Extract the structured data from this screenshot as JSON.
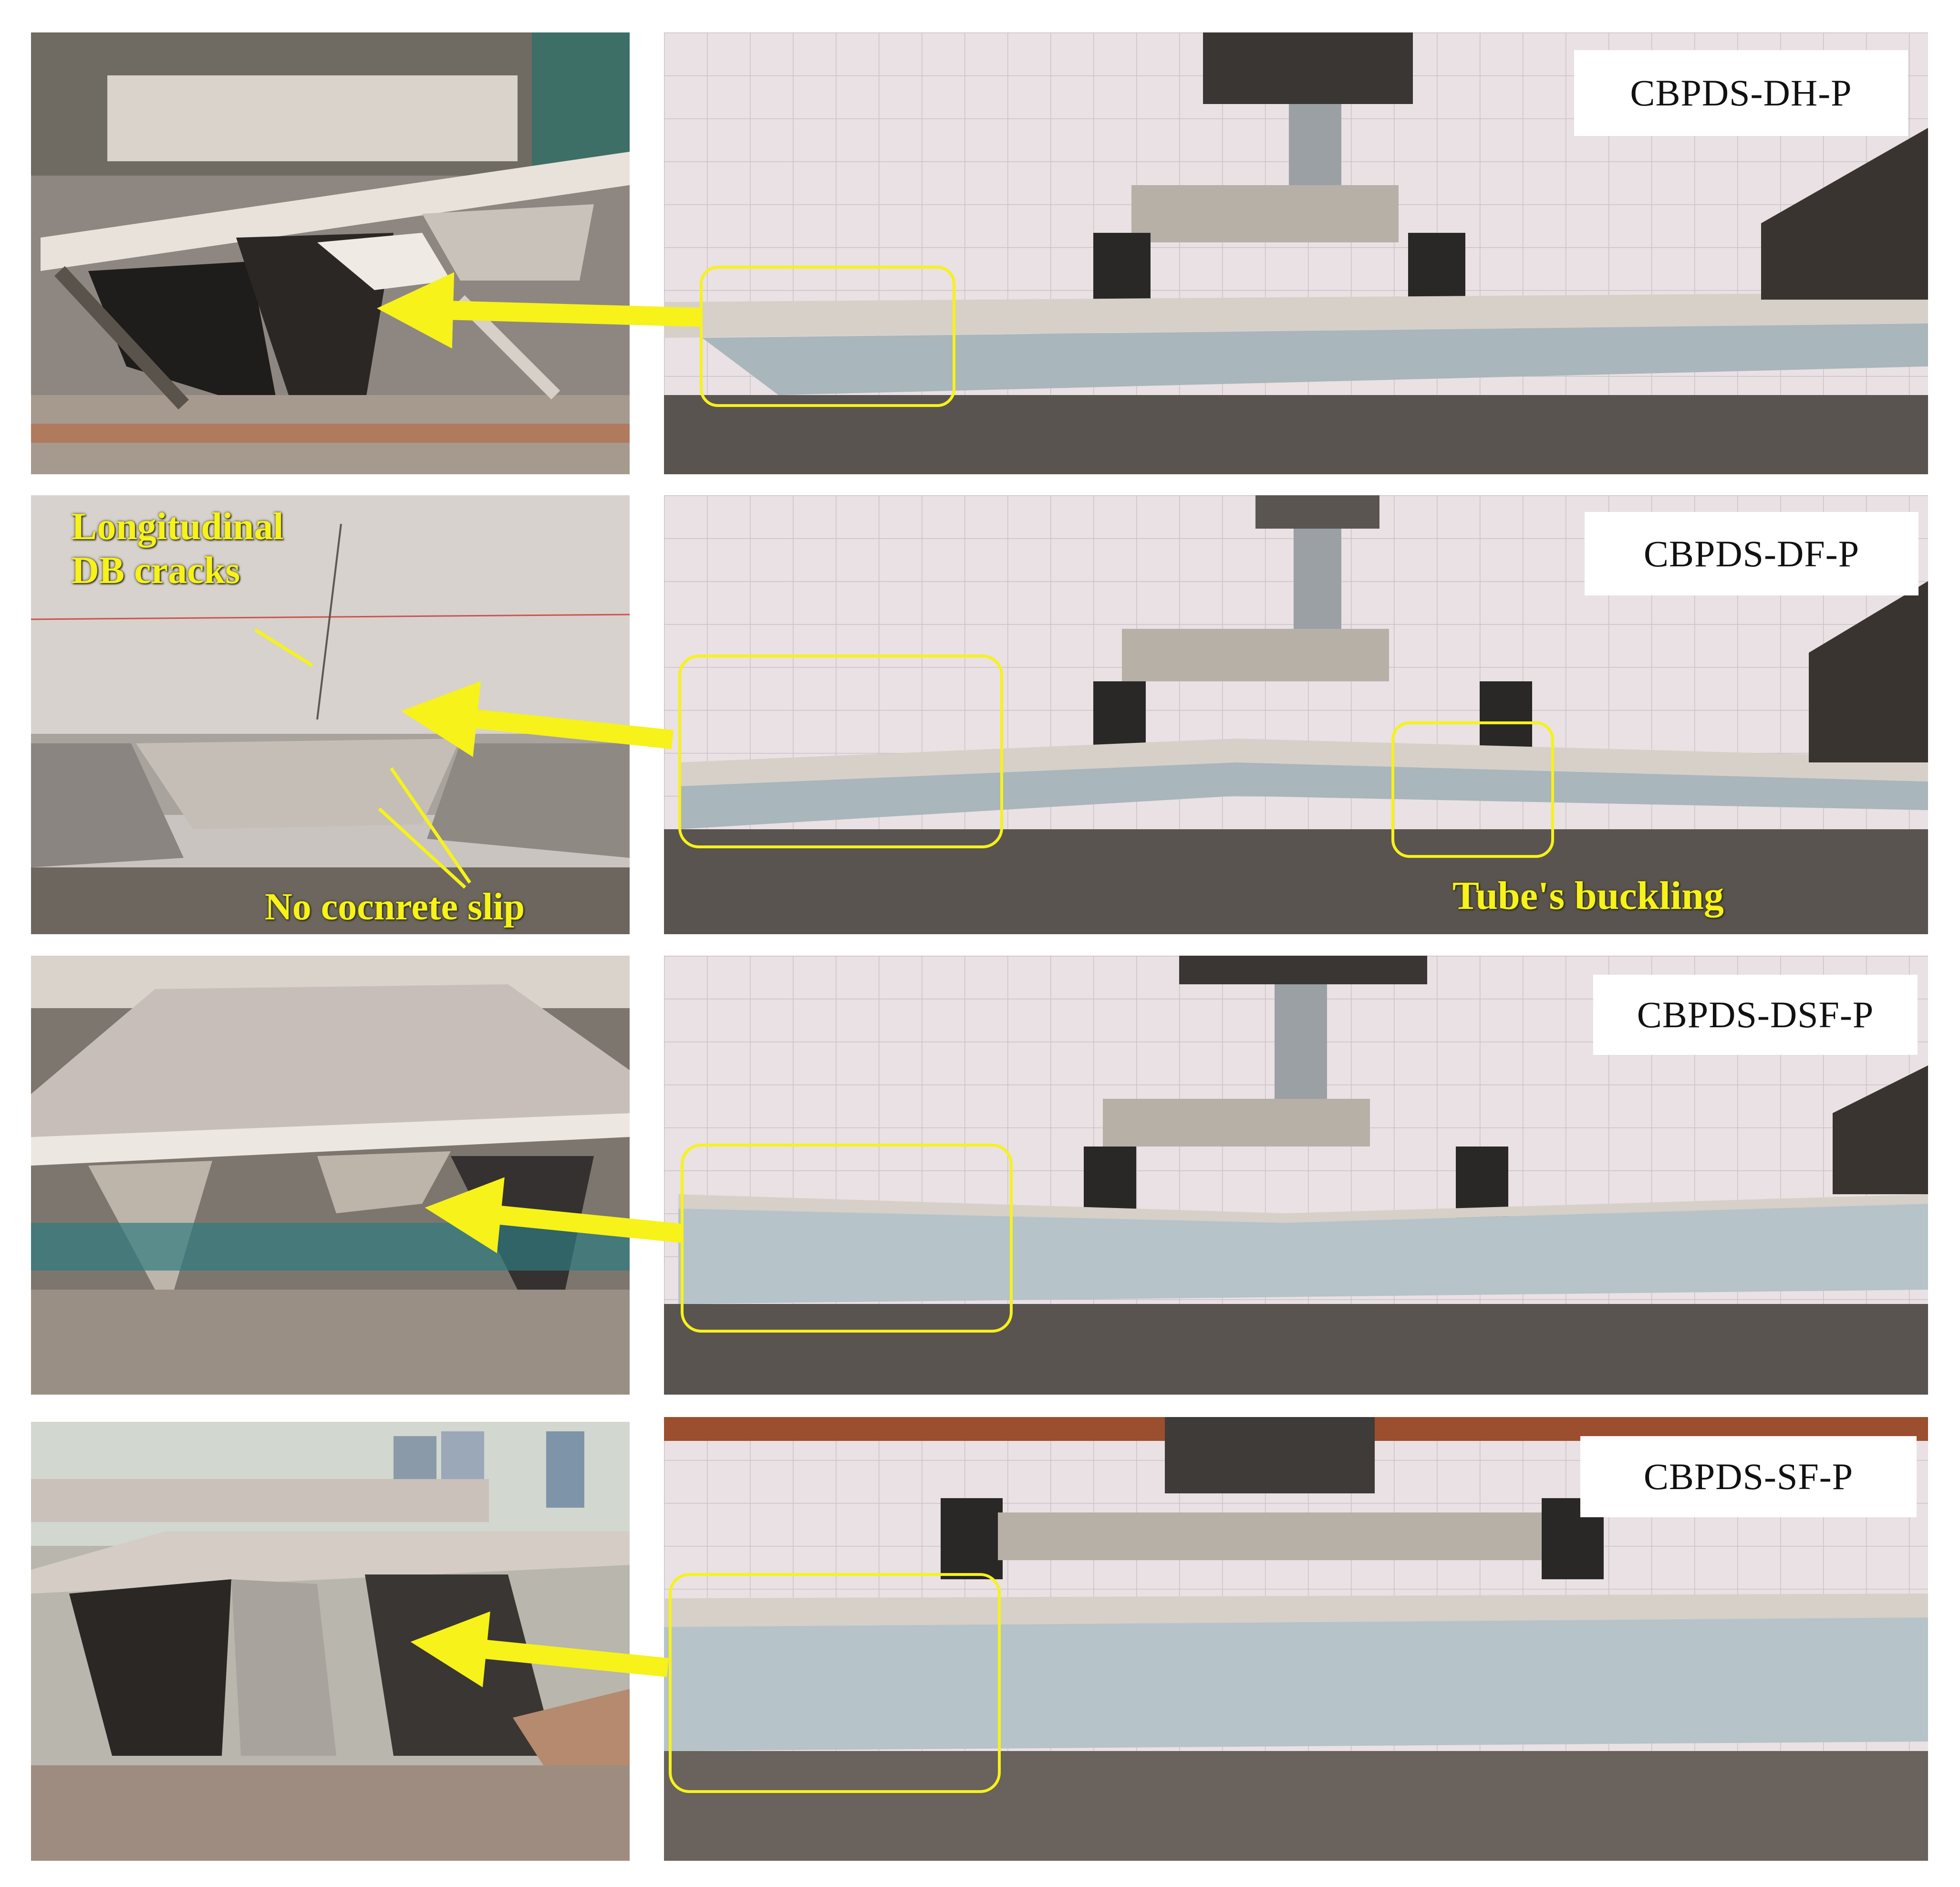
{
  "panels": [
    {
      "label": "CBPDS-DH-P"
    },
    {
      "label": "CBPDS-DF-P"
    },
    {
      "label": "CBPDS-DSF-P"
    },
    {
      "label": "CBPDS-SF-P"
    }
  ],
  "annotations": {
    "longitudinal_line1": "Longitudinal",
    "longitudinal_line2": "DB cracks",
    "no_slip": "No cocnrete slip",
    "tube_buckling": "Tube's buckling"
  },
  "colors": {
    "highlight": "#f6f21a",
    "wall": "#e6dde0",
    "steel": "#b9c3c7",
    "concrete": "#cfc7bd",
    "frame": "#4b4540"
  }
}
